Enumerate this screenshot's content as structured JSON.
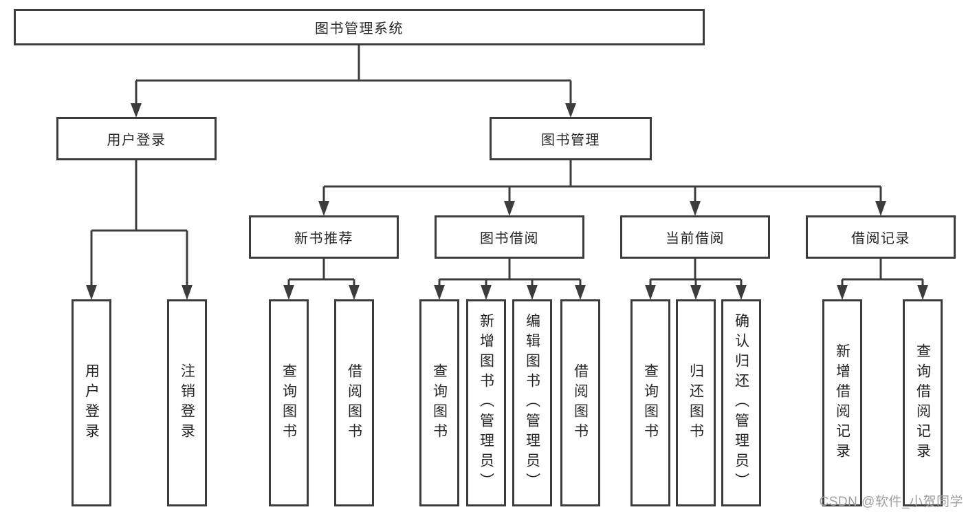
{
  "diagram": {
    "title": "图书管理系统",
    "root": {
      "label": "图书管理系统"
    },
    "branches": [
      {
        "label": "用户登录",
        "children": [
          {
            "label": "用户登录"
          },
          {
            "label": "注销登录"
          }
        ]
      },
      {
        "label": "图书管理",
        "sections": [
          {
            "label": "新书推荐",
            "children": [
              {
                "label": "查询图书"
              },
              {
                "label": "借阅图书"
              }
            ]
          },
          {
            "label": "图书借阅",
            "children": [
              {
                "label": "查询图书"
              },
              {
                "label": "新增图书（管理员）"
              },
              {
                "label": "编辑图书（管理员）"
              },
              {
                "label": "借阅图书"
              }
            ]
          },
          {
            "label": "当前借阅",
            "children": [
              {
                "label": "查询图书"
              },
              {
                "label": "归还图书"
              },
              {
                "label": "确认归还（管理员）"
              }
            ]
          },
          {
            "label": "借阅记录",
            "children": [
              {
                "label": "新增借阅记录"
              },
              {
                "label": "查询借阅记录"
              }
            ]
          }
        ]
      }
    ]
  },
  "watermark": {
    "text": "CSDN @软件_小贺同学"
  },
  "colors": {
    "line": "#3c3c3c",
    "text": "#262626",
    "background": "#ffffff",
    "watermark": "#9e9e9e"
  }
}
